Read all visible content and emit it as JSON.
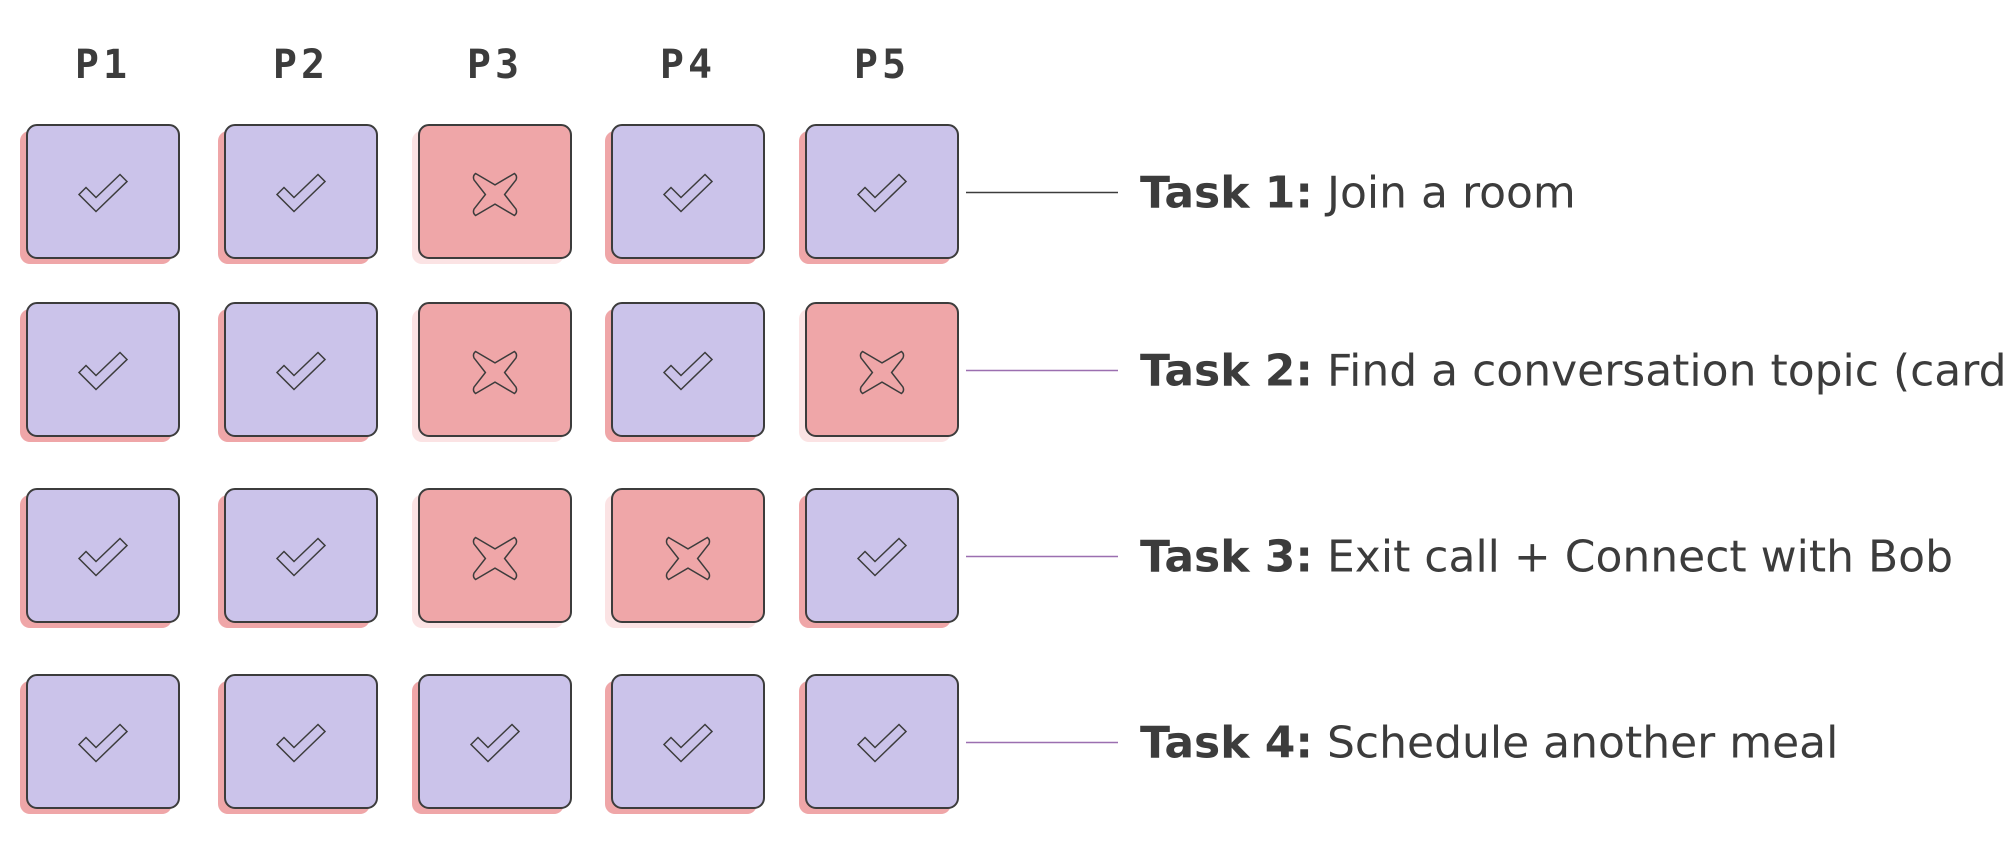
{
  "participants": [
    "P1",
    "P2",
    "P3",
    "P4",
    "P5"
  ],
  "tasks": [
    {
      "label_bold": "Task 1:",
      "label_text": " Join a room",
      "results": [
        "success",
        "success",
        "fail",
        "success",
        "success"
      ]
    },
    {
      "label_bold": "Task 2:",
      "label_text": " Find a conversation topic (card)",
      "results": [
        "success",
        "success",
        "fail",
        "success",
        "fail"
      ]
    },
    {
      "label_bold": "Task 3:",
      "label_text": " Exit call + Connect with Bob",
      "results": [
        "success",
        "success",
        "fail",
        "fail",
        "success"
      ]
    },
    {
      "label_bold": "Task 4:",
      "label_text": " Schedule another meal",
      "results": [
        "success",
        "success",
        "success",
        "success",
        "success"
      ]
    }
  ],
  "colors": {
    "success_fill": "#cbc3ea",
    "fail_fill": "#efa6a8",
    "shadow_strong": "#efa6a8",
    "shadow_light": "#fbe3e4",
    "border": "#3c3c3c",
    "connector_task1": "#3c3c3c",
    "connector_other": "#9b6fb0",
    "text": "#3c3c3c"
  },
  "icons": {
    "success": "check-icon",
    "fail": "cross-icon"
  }
}
